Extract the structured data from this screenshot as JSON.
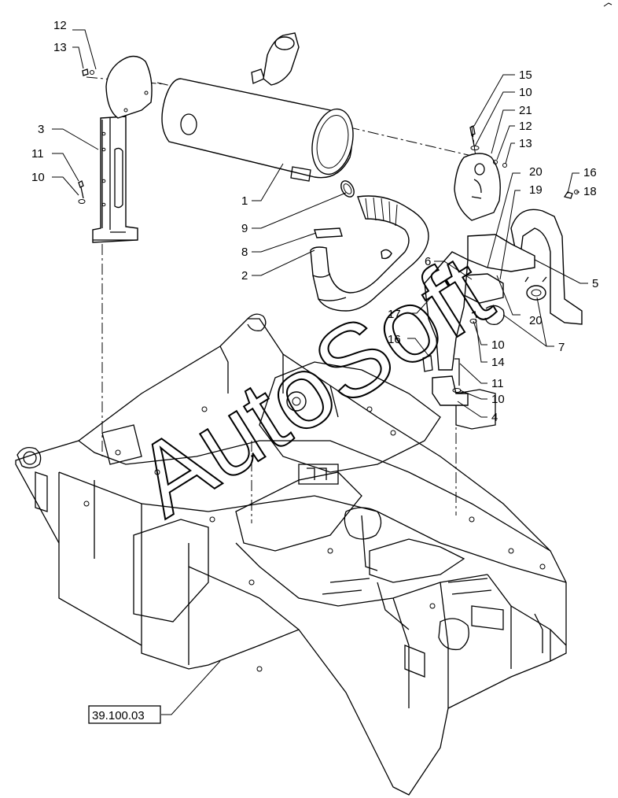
{
  "diagram": {
    "callouts": [
      {
        "id": "c12a",
        "text": "12"
      },
      {
        "id": "c13a",
        "text": "13"
      },
      {
        "id": "c3",
        "text": "3"
      },
      {
        "id": "c11a",
        "text": "11"
      },
      {
        "id": "c10a",
        "text": "10"
      },
      {
        "id": "c1",
        "text": "1"
      },
      {
        "id": "c9",
        "text": "9"
      },
      {
        "id": "c8",
        "text": "8"
      },
      {
        "id": "c2",
        "text": "2"
      },
      {
        "id": "c15",
        "text": "15"
      },
      {
        "id": "c10b",
        "text": "10"
      },
      {
        "id": "c21",
        "text": "21"
      },
      {
        "id": "c12b",
        "text": "12"
      },
      {
        "id": "c13b",
        "text": "13"
      },
      {
        "id": "c20a",
        "text": "20"
      },
      {
        "id": "c16a",
        "text": "16"
      },
      {
        "id": "c18",
        "text": "18"
      },
      {
        "id": "c19",
        "text": "19"
      },
      {
        "id": "c6",
        "text": "6"
      },
      {
        "id": "c5",
        "text": "5"
      },
      {
        "id": "c17",
        "text": "17"
      },
      {
        "id": "c20b",
        "text": "20"
      },
      {
        "id": "c16b",
        "text": "16"
      },
      {
        "id": "c10c",
        "text": "10"
      },
      {
        "id": "c7",
        "text": "7"
      },
      {
        "id": "c14",
        "text": "14"
      },
      {
        "id": "c11b",
        "text": "11"
      },
      {
        "id": "c10d",
        "text": "10"
      },
      {
        "id": "c4",
        "text": "4"
      }
    ],
    "reference_box": "39.100.03",
    "watermark": "AutoSoft"
  }
}
